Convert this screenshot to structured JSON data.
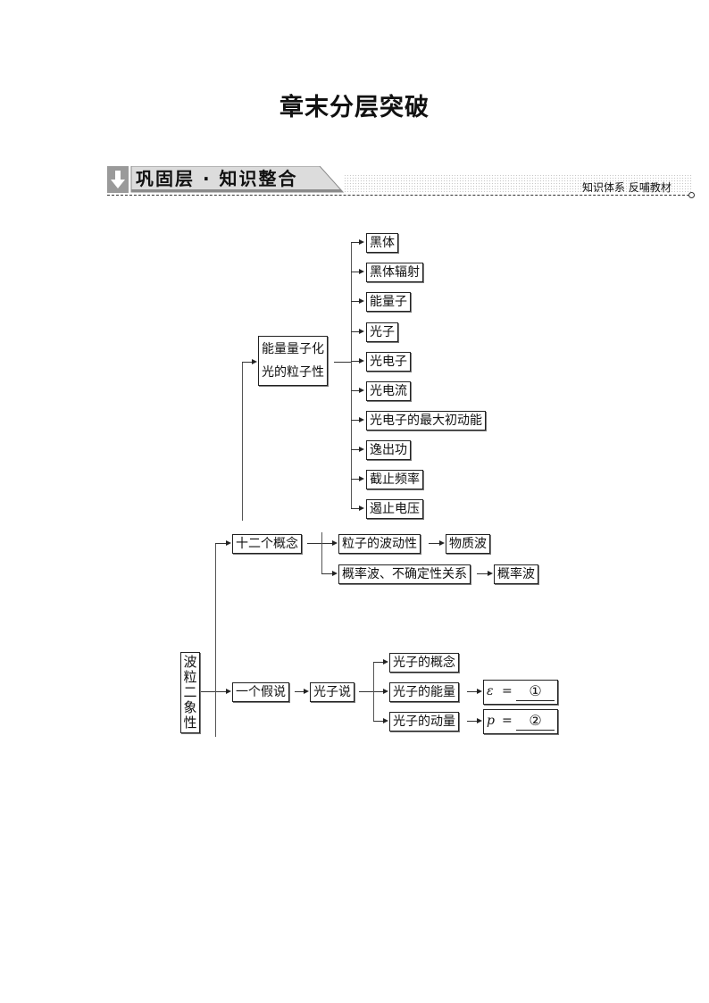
{
  "page": {
    "title": "章末分层突破"
  },
  "banner": {
    "label": "巩固层 · 知识整合",
    "icon": "down-arrow-icon",
    "right_text": "知识体系  反哺教材"
  },
  "diagram": {
    "root": "波粒二象性",
    "branch_concepts": {
      "label": "十二个概念",
      "parent_group": {
        "line1": "能量量子化",
        "line2": "光的粒子性"
      },
      "group_items": [
        "黑体",
        "黑体辐射",
        "能量子",
        "光子",
        "光电子",
        "光电流",
        "光电子的最大初动能",
        "逸出功",
        "截止频率",
        "遏止电压"
      ],
      "wave_branch": [
        {
          "from": "粒子的波动性",
          "to": "物质波"
        },
        {
          "from": "概率波、不确定性关系",
          "to": "概率波"
        }
      ]
    },
    "branch_hypothesis": {
      "label": "一个假说",
      "next": "光子说",
      "items": [
        {
          "label": "光子的概念"
        },
        {
          "label": "光子的能量",
          "formula": {
            "symbol": "ε",
            "eq": "=",
            "blank": "①"
          }
        },
        {
          "label": "光子的动量",
          "formula": {
            "symbol": "p",
            "eq": "=",
            "blank": "②"
          }
        }
      ]
    }
  }
}
